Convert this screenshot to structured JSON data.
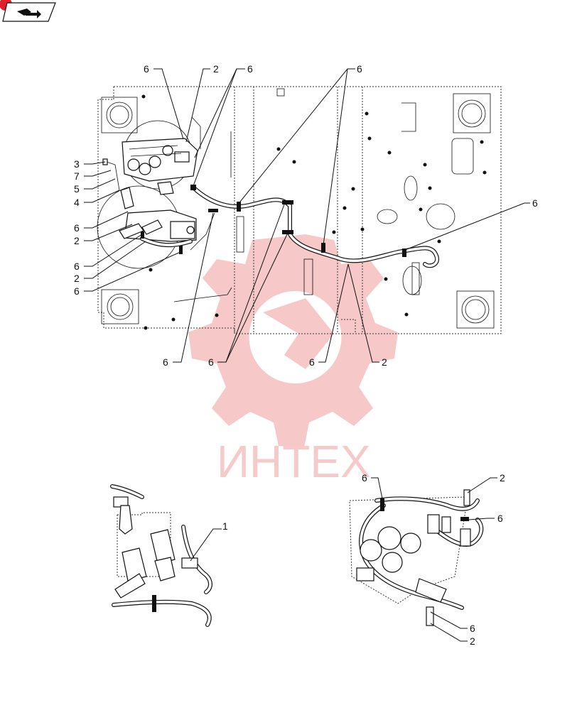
{
  "watermark": {
    "text": "ИНТЕХ",
    "color": "#f2b9b9"
  },
  "accent_color": "#e0202a",
  "icons": {
    "corner_badge": "red-dot-icon",
    "nav": "book-arrow-icon"
  },
  "callouts": {
    "main": {
      "c1": "6",
      "c2": "2",
      "c3": "6",
      "c4": "6",
      "c5": "3",
      "c6": "7",
      "c7": "5",
      "c8": "4",
      "c9": "6",
      "c10": "2",
      "c11": "6",
      "c12": "2",
      "c13": "6",
      "c14": "6",
      "c15": "6",
      "c16": "6",
      "c17": "2",
      "c18": "6"
    },
    "detail_left": {
      "c1": "1"
    },
    "detail_right": {
      "c1": "6",
      "c2": "2",
      "c3": "6",
      "c4": "6",
      "c5": "2"
    }
  }
}
